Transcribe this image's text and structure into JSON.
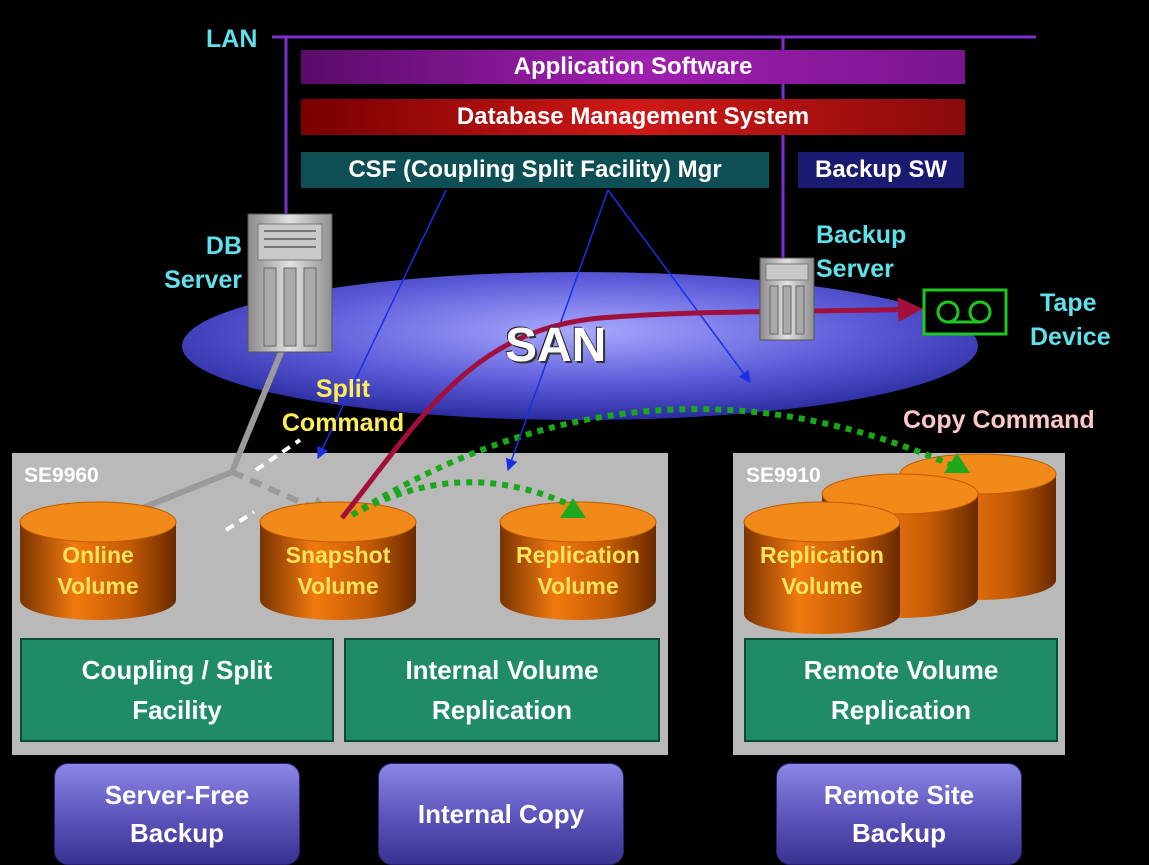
{
  "lan": {
    "label": "LAN"
  },
  "software": {
    "app": "Application Software",
    "dbms": "Database Management System",
    "csf": "CSF (Coupling Split Facility) Mgr",
    "backup_sw": "Backup SW"
  },
  "san": {
    "label": "SAN"
  },
  "servers": {
    "db": [
      "DB",
      "Server"
    ],
    "backup": [
      "Backup",
      "Server"
    ]
  },
  "tape": {
    "label": [
      "Tape",
      "Device"
    ]
  },
  "commands": {
    "split": [
      "Split",
      "Command"
    ],
    "copy": "Copy Command"
  },
  "storage": {
    "se9960": {
      "name": "SE9960",
      "volumes": [
        [
          "Online",
          "Volume"
        ],
        [
          "Snapshot",
          "Volume"
        ],
        [
          "Replication",
          "Volume"
        ]
      ],
      "functions": [
        [
          "Coupling / Split",
          "Facility"
        ],
        [
          "Internal Volume",
          "Replication"
        ]
      ]
    },
    "se9910": {
      "name": "SE9910",
      "volumes": [
        [
          "Replication",
          "Volume"
        ]
      ],
      "functions": [
        [
          "Remote Volume",
          "Replication"
        ]
      ]
    }
  },
  "captions": [
    [
      "Server-Free",
      "Backup"
    ],
    [
      "Internal Copy"
    ],
    [
      "Remote Site",
      "Backup"
    ]
  ],
  "colors": {
    "background": "#000000",
    "lan_line": "#7a2fd0",
    "san": "#6f6fe6",
    "cylinder": "#e8700a",
    "function_box": "#1f8c66",
    "command_arrow": "#1a2fe8",
    "backup_path": "#a0103a",
    "replication_path": "#18a818",
    "cyan_text": "#5fe0ea",
    "yellow_text": "#ffee55"
  }
}
